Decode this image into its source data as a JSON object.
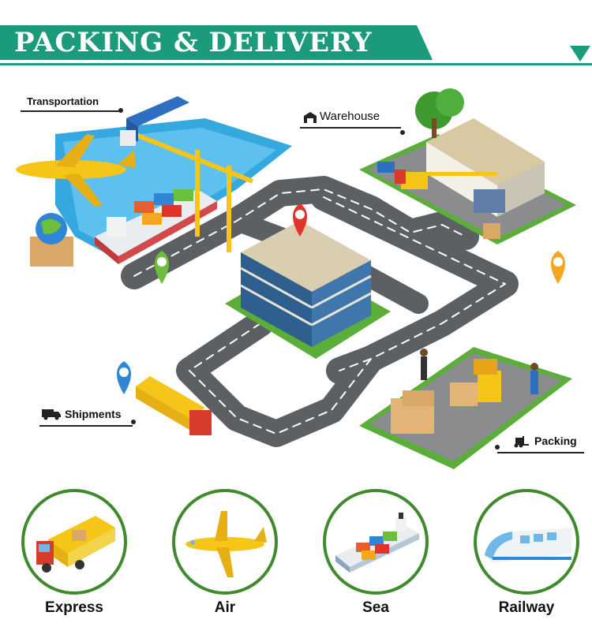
{
  "banner": {
    "title": "PACKING & DELIVERY"
  },
  "callouts": {
    "transportation": "Transportation",
    "warehouse": "Warehouse",
    "shipments": "Shipments",
    "packing": "Packing"
  },
  "modes": [
    {
      "label": "Express"
    },
    {
      "label": "Air"
    },
    {
      "label": "Sea"
    },
    {
      "label": "Railway"
    }
  ],
  "colors": {
    "brand_green": "#1b9b7b",
    "circle_border": "#3f8a2c",
    "road": "#6b6e70",
    "water": "#35a8e0",
    "grass": "#5cae3a",
    "truck_yellow": "#f5c518",
    "pin_red": "#e0342b",
    "pin_green": "#6cbf3a",
    "pin_blue": "#2f86d6",
    "pin_orange": "#f5a623"
  },
  "icons": [
    "warehouse-icon",
    "truck-icon",
    "forklift-icon"
  ]
}
